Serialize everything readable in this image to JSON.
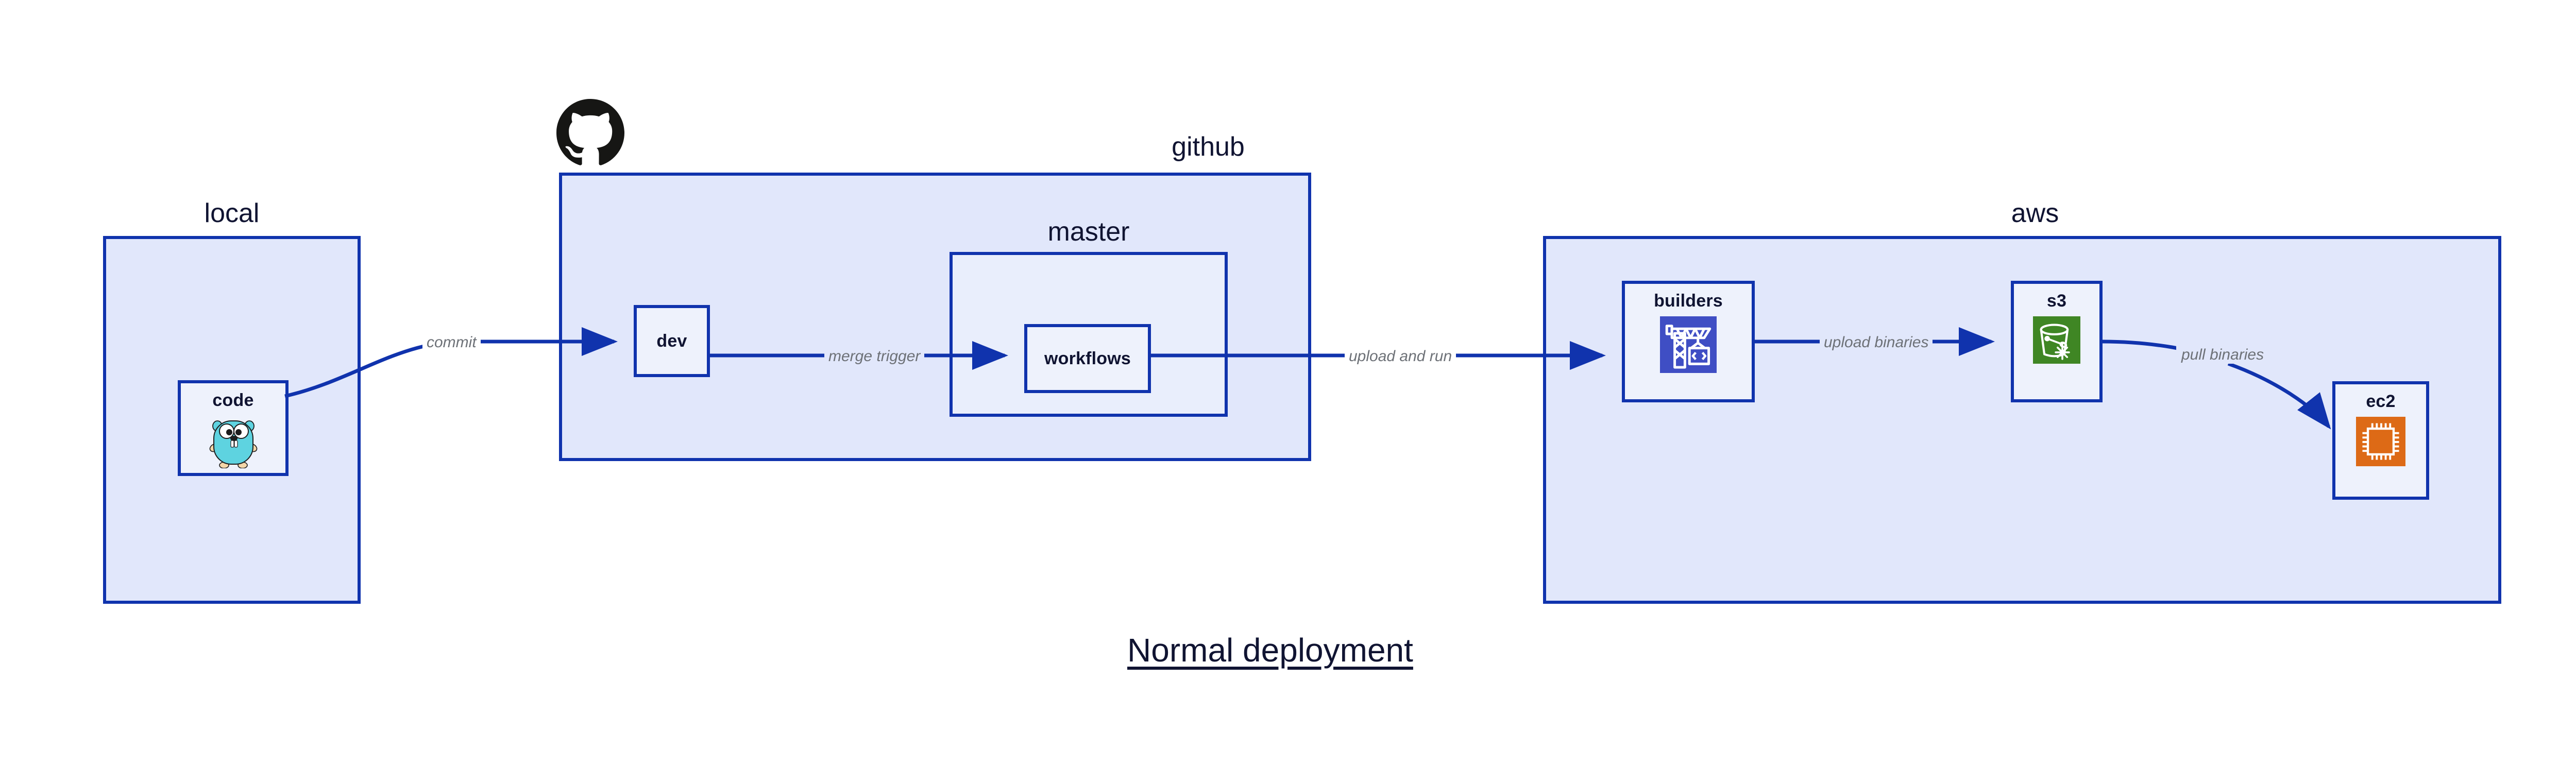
{
  "diagram": {
    "title": "Normal deployment",
    "accent_color": "#1033ad",
    "group_fill": "#e1e7fb",
    "node_fill": "#eef2fc",
    "edge_label_color": "#6d7177",
    "text_color": "#101432"
  },
  "groups": [
    {
      "id": "local",
      "label": "local"
    },
    {
      "id": "github",
      "label": "github"
    },
    {
      "id": "master",
      "label": "master"
    },
    {
      "id": "aws",
      "label": "aws"
    }
  ],
  "nodes": [
    {
      "id": "code",
      "label": "code",
      "icon": "go-gopher-icon",
      "icon_color": "#5ed3e0"
    },
    {
      "id": "dev",
      "label": "dev",
      "icon": "none",
      "icon_color": ""
    },
    {
      "id": "workflows",
      "label": "workflows",
      "icon": "none",
      "icon_color": ""
    },
    {
      "id": "builders",
      "label": "builders",
      "icon": "crane-code-icon",
      "icon_color": "#3f4ec4"
    },
    {
      "id": "s3",
      "label": "s3",
      "icon": "s3-bucket-icon",
      "icon_color": "#3f8624"
    },
    {
      "id": "ec2",
      "label": "ec2",
      "icon": "cpu-chip-icon",
      "icon_color": "#dd6a16"
    }
  ],
  "edges": [
    {
      "id": "commit",
      "from": "code",
      "to": "dev",
      "label": "commit"
    },
    {
      "id": "merge-trigger",
      "from": "dev",
      "to": "workflows",
      "label": "merge trigger"
    },
    {
      "id": "upload-and-run",
      "from": "workflows",
      "to": "builders",
      "label": "upload and run"
    },
    {
      "id": "upload-binaries",
      "from": "builders",
      "to": "s3",
      "label": "upload binaries"
    },
    {
      "id": "pull-binaries",
      "from": "s3",
      "to": "ec2",
      "label": "pull binaries"
    }
  ],
  "logos": [
    {
      "id": "github-logo",
      "name": "github-octocat-icon",
      "color": "#161614"
    }
  ]
}
